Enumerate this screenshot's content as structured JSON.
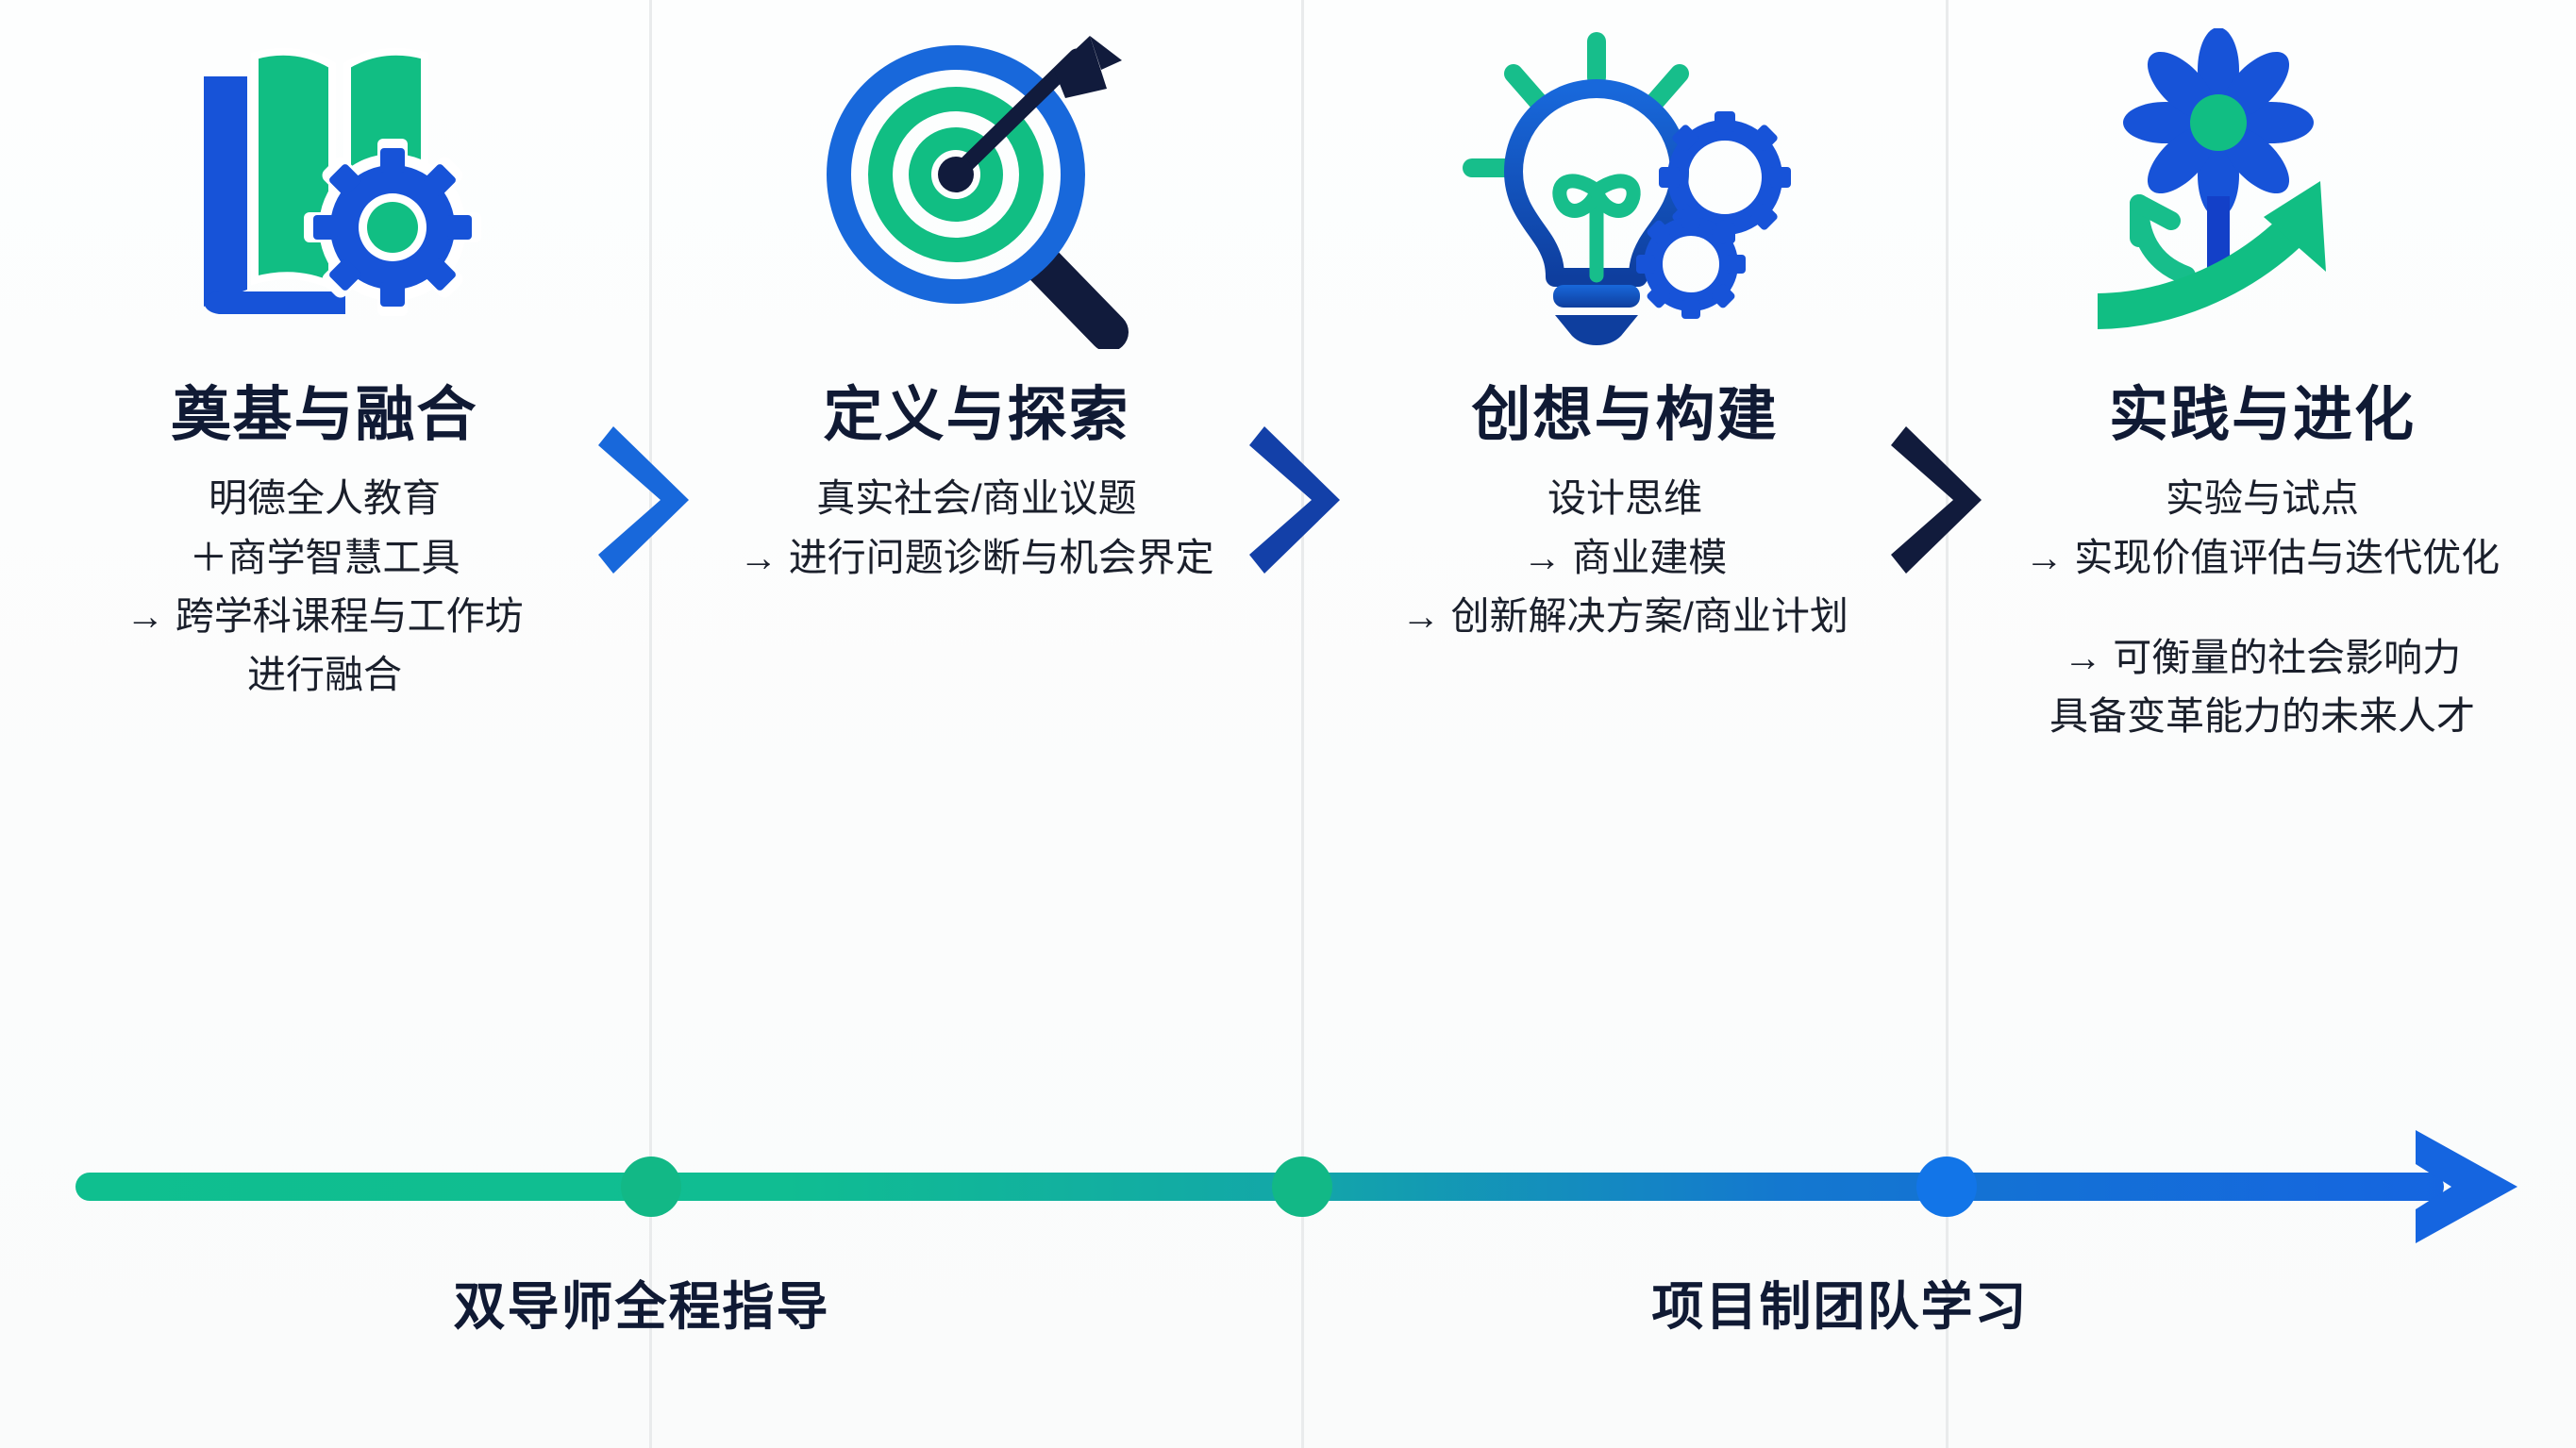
{
  "diagram": {
    "title_semantics": "four-stage innovation education process timeline",
    "colors": {
      "green": "#12B886",
      "green_alt": "#17BE8B",
      "blue_bright": "#1868DB",
      "blue_mid": "#1340A8",
      "navy": "#111B3C",
      "divider": "#E9EBEC",
      "text_dark": "#101A34"
    },
    "stages": [
      {
        "id": "stage-1",
        "icon": "book-gear-icon",
        "title": "奠基与融合",
        "lines": [
          "明德全人教育",
          "＋商学智慧工具",
          "→ 跨学科课程与工作坊",
          "进行融合"
        ]
      },
      {
        "id": "stage-2",
        "icon": "target-magnifier-icon",
        "title": "定义与探索",
        "lines": [
          "真实社会/商业议题",
          "→ 进行问题诊断与机会界定"
        ]
      },
      {
        "id": "stage-3",
        "icon": "lightbulb-gears-icon",
        "title": "创想与构建",
        "lines": [
          "设计思维",
          "→ 商业建模",
          "→ 创新解决方案/商业计划"
        ]
      },
      {
        "id": "stage-4",
        "icon": "flower-growth-arrow-icon",
        "title": "实践与进化",
        "lines": [
          "实验与试点",
          "→ 实现价值评估与迭代优化"
        ],
        "lines2": [
          "→ 可衡量的社会影响力",
          "具备变革能力的未来人才"
        ]
      }
    ],
    "connectors": [
      {
        "id": "chevron-1",
        "icon": "chevron-right-icon",
        "color": "#1868DB"
      },
      {
        "id": "chevron-2",
        "icon": "chevron-right-icon",
        "color": "#1340A8"
      },
      {
        "id": "chevron-3",
        "icon": "chevron-right-icon",
        "color": "#111B3C"
      }
    ],
    "timeline": {
      "icon": "timeline-arrow-icon",
      "start_color": "#0FBF8F",
      "end_color": "#1565E0",
      "nodes": [
        "node-1",
        "node-2",
        "node-3"
      ],
      "labels": [
        {
          "id": "timeline-label-1",
          "text": "双导师全程指导"
        },
        {
          "id": "timeline-label-2",
          "text": "项目制团队学习"
        }
      ]
    }
  }
}
